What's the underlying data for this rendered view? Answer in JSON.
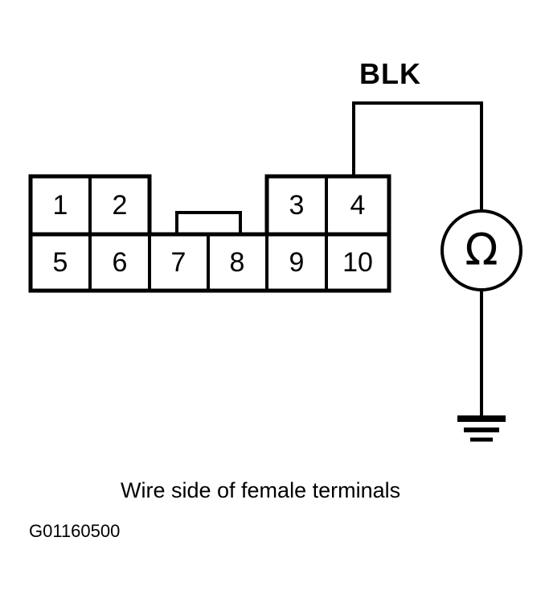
{
  "diagram": {
    "type": "automotive-wiring-connector-test",
    "identifier": "G01160500",
    "caption": "Wire side of female terminals",
    "wire_label": "BLK",
    "meter_symbol": "Ω",
    "colors": {
      "line": "#000000",
      "background": "#ffffff"
    },
    "connector": {
      "name": "10-pin connector",
      "top_row": [
        {
          "pin": "1"
        },
        {
          "pin": "2"
        },
        {
          "pin": "3"
        },
        {
          "pin": "4"
        }
      ],
      "bottom_row": [
        {
          "pin": "5"
        },
        {
          "pin": "6"
        },
        {
          "pin": "7"
        },
        {
          "pin": "8"
        },
        {
          "pin": "9"
        },
        {
          "pin": "10"
        }
      ]
    },
    "test_lead": {
      "from_pin": "4",
      "to": "ohmmeter",
      "wire_color_code": "BLK"
    },
    "ground": {
      "label": "chassis-ground",
      "bars": 3
    }
  }
}
